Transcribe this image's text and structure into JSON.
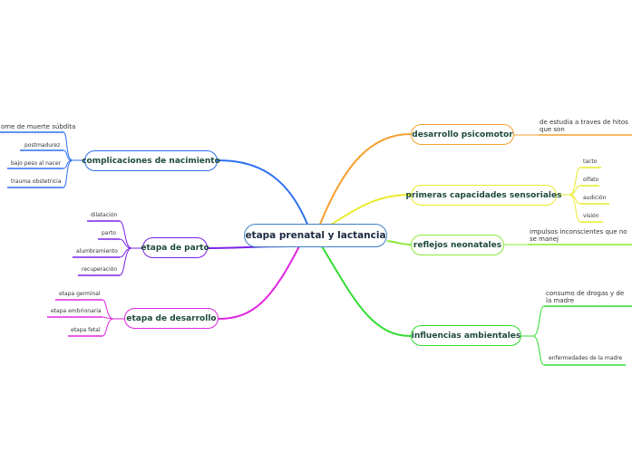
{
  "center": "etapa prenatal y lactancia",
  "left": [
    {
      "label": "complicaciones de nacimiento",
      "color": "#2d6ff0",
      "leaves": [
        "ome de muerte súbdita",
        "postmadurez",
        "bajo peso al nacer",
        "trauma obstetricia"
      ]
    },
    {
      "label": "etapa de parto",
      "color": "#7a22e8",
      "leaves": [
        "dilatación",
        "parto",
        "alumbramiento",
        "recuperación"
      ]
    },
    {
      "label": "etapa de desarrollo",
      "color": "#e026e0",
      "leaves": [
        "etapa germinal",
        "etapa embrionaria",
        "etapa fetal"
      ]
    }
  ],
  "right": [
    {
      "label": "desarrollo psicomotor",
      "color": "#f5a030",
      "leaves": [
        "de estudia a traves de hitos que son"
      ]
    },
    {
      "label": "primeras capacidades sensoriales",
      "color": "#eaea2a",
      "leaves": [
        "tacto",
        "olfato",
        "audición",
        "visión"
      ]
    },
    {
      "label": "reflejos neonatales",
      "color": "#8ae838",
      "leaves": [
        "impulsos inconscientes que no se manej"
      ]
    },
    {
      "label": "influencias ambientales",
      "color": "#32dc32",
      "leaves": [
        "consumo de drogas y de la madre",
        "enfermedades de la madre"
      ]
    }
  ]
}
